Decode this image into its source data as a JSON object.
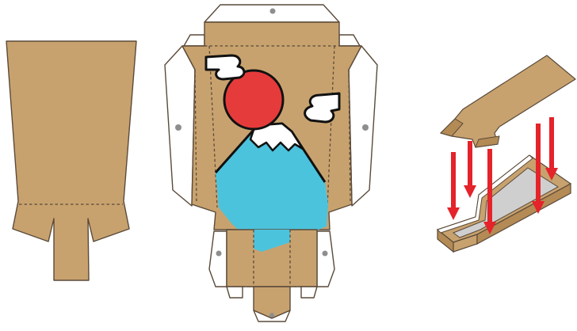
{
  "colors": {
    "cardboard": "#c8a26e",
    "cardboard_dark": "#b48a55",
    "edge": "#5a4a3a",
    "flap_paper": "#ffffff",
    "hole": "#8e8e8e",
    "sun": "#e63b3b",
    "water": "#4cc3dd",
    "snow": "#ffffff",
    "ink": "#111111",
    "arrow": "#e4232a",
    "tray_inner": "#cfcfcf"
  },
  "icons": [
    "cardboard-back-panel-icon",
    "mount-fuji-sun-clouds-icon",
    "glue-arrow-icon"
  ],
  "diagram": {
    "panels": [
      "back-panel",
      "front-template",
      "assembly-view"
    ]
  }
}
